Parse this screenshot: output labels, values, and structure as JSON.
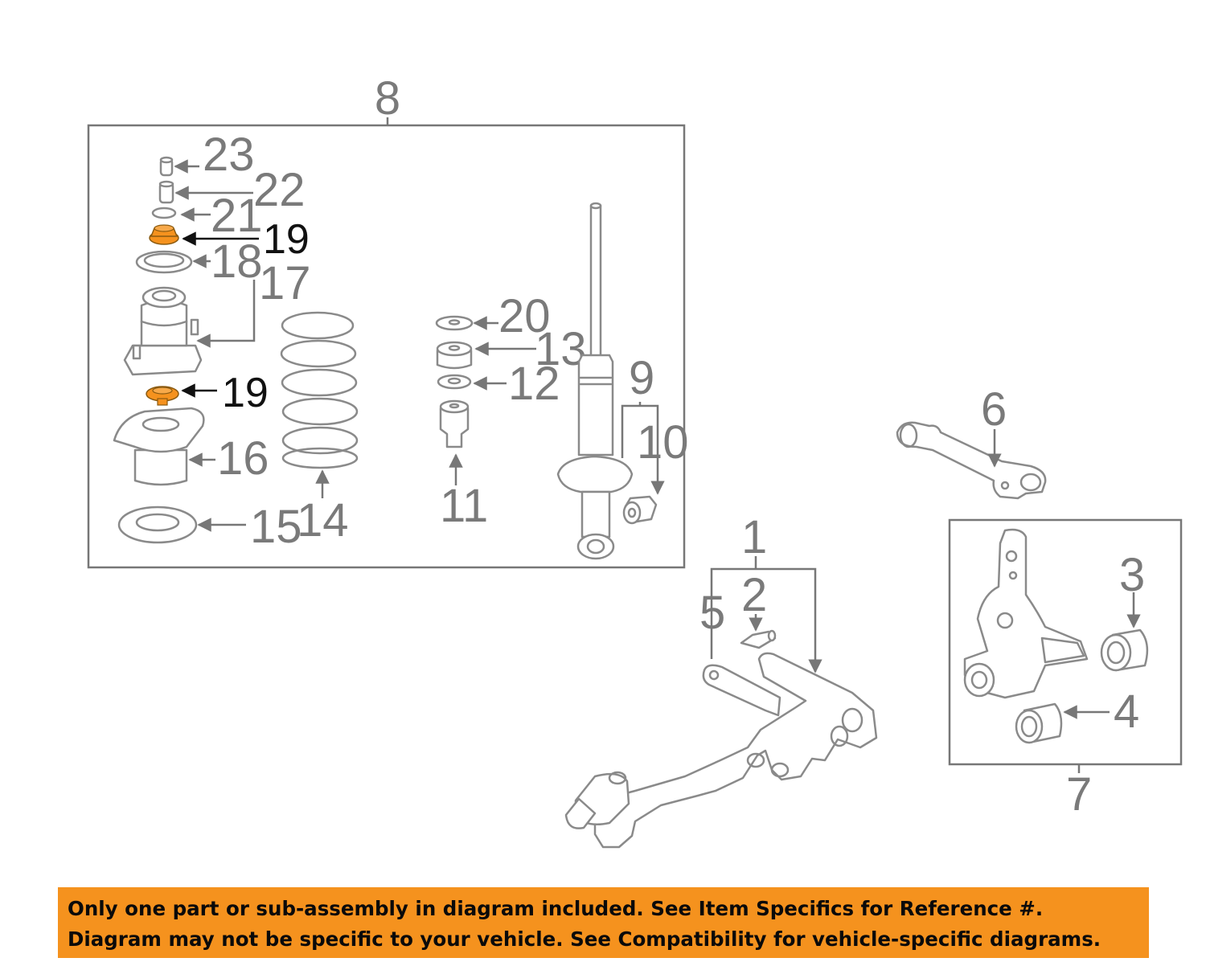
{
  "callouts": {
    "c1": "1",
    "c2": "2",
    "c3": "3",
    "c4": "4",
    "c5": "5",
    "c6": "6",
    "c7": "7",
    "c8": "8",
    "c9": "9",
    "c10": "10",
    "c11": "11",
    "c12": "12",
    "c13": "13",
    "c14": "14",
    "c15": "15",
    "c16": "16",
    "c17": "17",
    "c18": "18",
    "c19a": "19",
    "c19b": "19",
    "c20": "20",
    "c21": "21",
    "c22": "22",
    "c23": "23"
  },
  "highlight_color": "#f5921e",
  "banner": {
    "line1": "Only one part or sub-assembly in diagram included. See Item Specifics for Reference #.",
    "line2": "Diagram may not be specific to your vehicle. See Compatibility for vehicle-specific diagrams."
  }
}
